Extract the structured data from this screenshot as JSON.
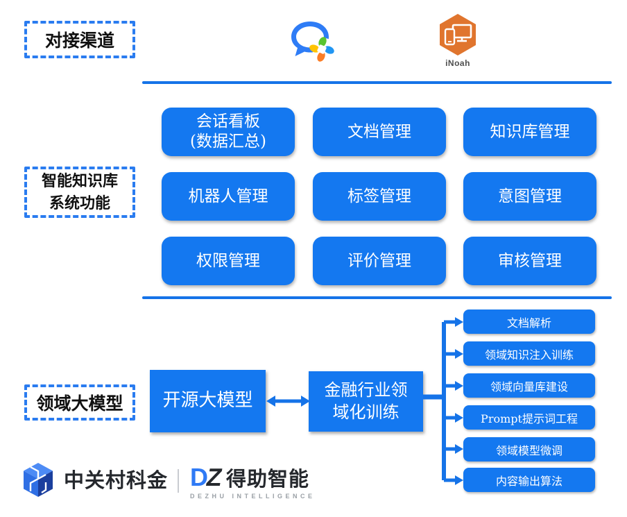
{
  "colors": {
    "primary_blue": "#1478f0",
    "line_blue": "#1573e8",
    "dash_border_blue": "#2a7cf0",
    "inoah_orange": "#e0752e",
    "logo_blue": "#2f7af5",
    "logo_dark": "#25282d"
  },
  "channels": {
    "section_label": "对接渠道",
    "wecom_icon": "wecom-chat-icon",
    "inoah_icon": "inoah-hexagon-icon",
    "inoah_label": "iNoah"
  },
  "kb": {
    "section_label_line1": "智能知识库",
    "section_label_line2": "系统功能",
    "functions": [
      {
        "line1": "会话看板",
        "line2": "(数据汇总)"
      },
      {
        "line1": "文档管理"
      },
      {
        "line1": "知识库管理"
      },
      {
        "line1": "机器人管理"
      },
      {
        "line1": "标签管理"
      },
      {
        "line1": "意图管理"
      },
      {
        "line1": "权限管理"
      },
      {
        "line1": "评价管理"
      },
      {
        "line1": "审核管理"
      }
    ]
  },
  "llm": {
    "section_label": "领域大模型",
    "source_box": "开源大模型",
    "training_box_line1": "金融行业领",
    "training_box_line2": "域化训练",
    "branches": [
      "文档解析",
      "领域知识注入训练",
      "领域向量库建设",
      "Prompt提示词工程",
      "领域模型微调",
      "内容输出算法"
    ]
  },
  "footer": {
    "cube_icon": "zgc-cube-logo-icon",
    "brand1": "中关村科金",
    "brand2_mark_d": "D",
    "brand2_mark_z": "Z",
    "brand2": "得助智能",
    "brand2_sub": "DEZHU INTELLIGENCE"
  }
}
